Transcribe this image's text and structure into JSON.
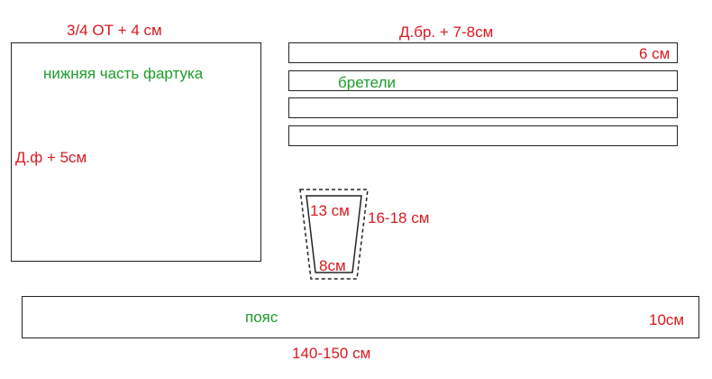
{
  "apron_bottom": {
    "width_label": "3/4 ОТ + 4 см",
    "name": "нижняя часть фартука",
    "height_label": "Д.ф + 5см"
  },
  "straps": {
    "length_label": "Д.бр. + 7-8см",
    "width_label": "6 см",
    "name": "бретели"
  },
  "pocket": {
    "top_label": "13 см",
    "bottom_label": "8см",
    "height_label": "16-18 см"
  },
  "belt": {
    "name": "пояс",
    "width_label": "10см",
    "length_label": "140-150 см"
  },
  "colors": {
    "dimension_text": "#d9191f",
    "part_name_text": "#1f9c2a",
    "outline": "#222222"
  }
}
